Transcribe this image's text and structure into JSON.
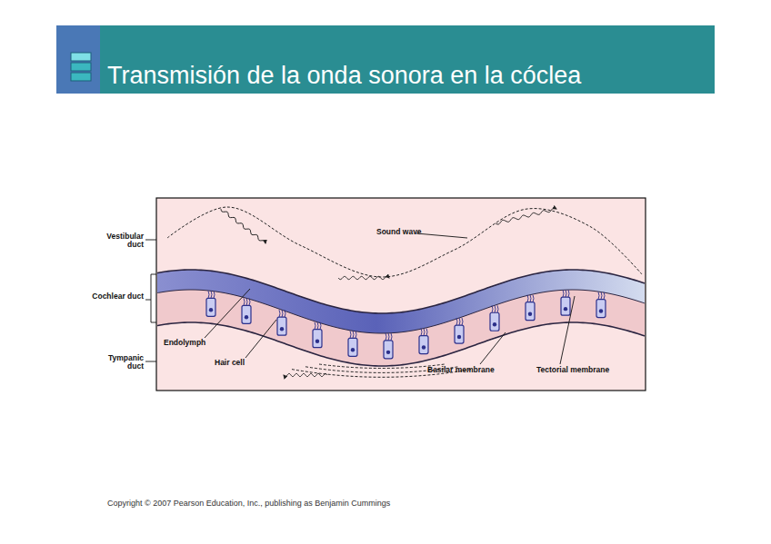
{
  "diagram": {
    "title": "Transmisión de la onda sonora en la cóclea",
    "labels": [
      "Vestibular duct",
      "Cochlear duct",
      "Tympanic duct",
      "Sound wave",
      "Endolymph",
      "Hair cell",
      "Basilar membrane",
      "Tectorial membrane",
      "Copyright © 2007 Pearson Education, Inc., publishing as Benjamin Cummings"
    ]
  }
}
